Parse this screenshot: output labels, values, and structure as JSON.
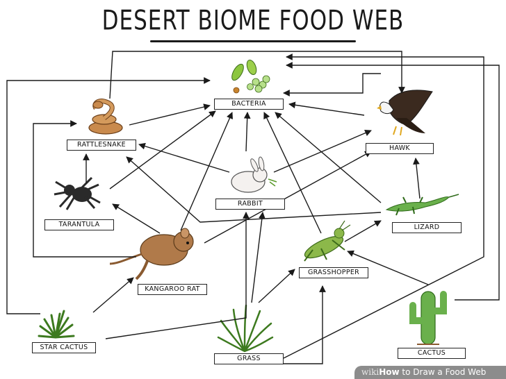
{
  "title": "DESERT BIOME FOOD WEB",
  "nodes": {
    "bacteria": "BACTERIA",
    "rattlesnake": "RATTLESNAKE",
    "hawk": "HAWK",
    "rabbit": "RABBIT",
    "tarantula": "TARANTULA",
    "lizard": "LIZARD",
    "grasshopper": "GRASSHOPPER",
    "kangaroo_rat": "KANGAROO RAT",
    "star_cactus": "STAR CACTUS",
    "grass": "GRASS",
    "cactus": "CACTUS"
  },
  "watermark": {
    "brand": "wiki",
    "how": "How",
    "text": " to Draw a Food Web"
  },
  "colors": {
    "line": "#1a1a1a",
    "plant_green": "#6aa84f",
    "animal_brown": "#b07a4a"
  }
}
